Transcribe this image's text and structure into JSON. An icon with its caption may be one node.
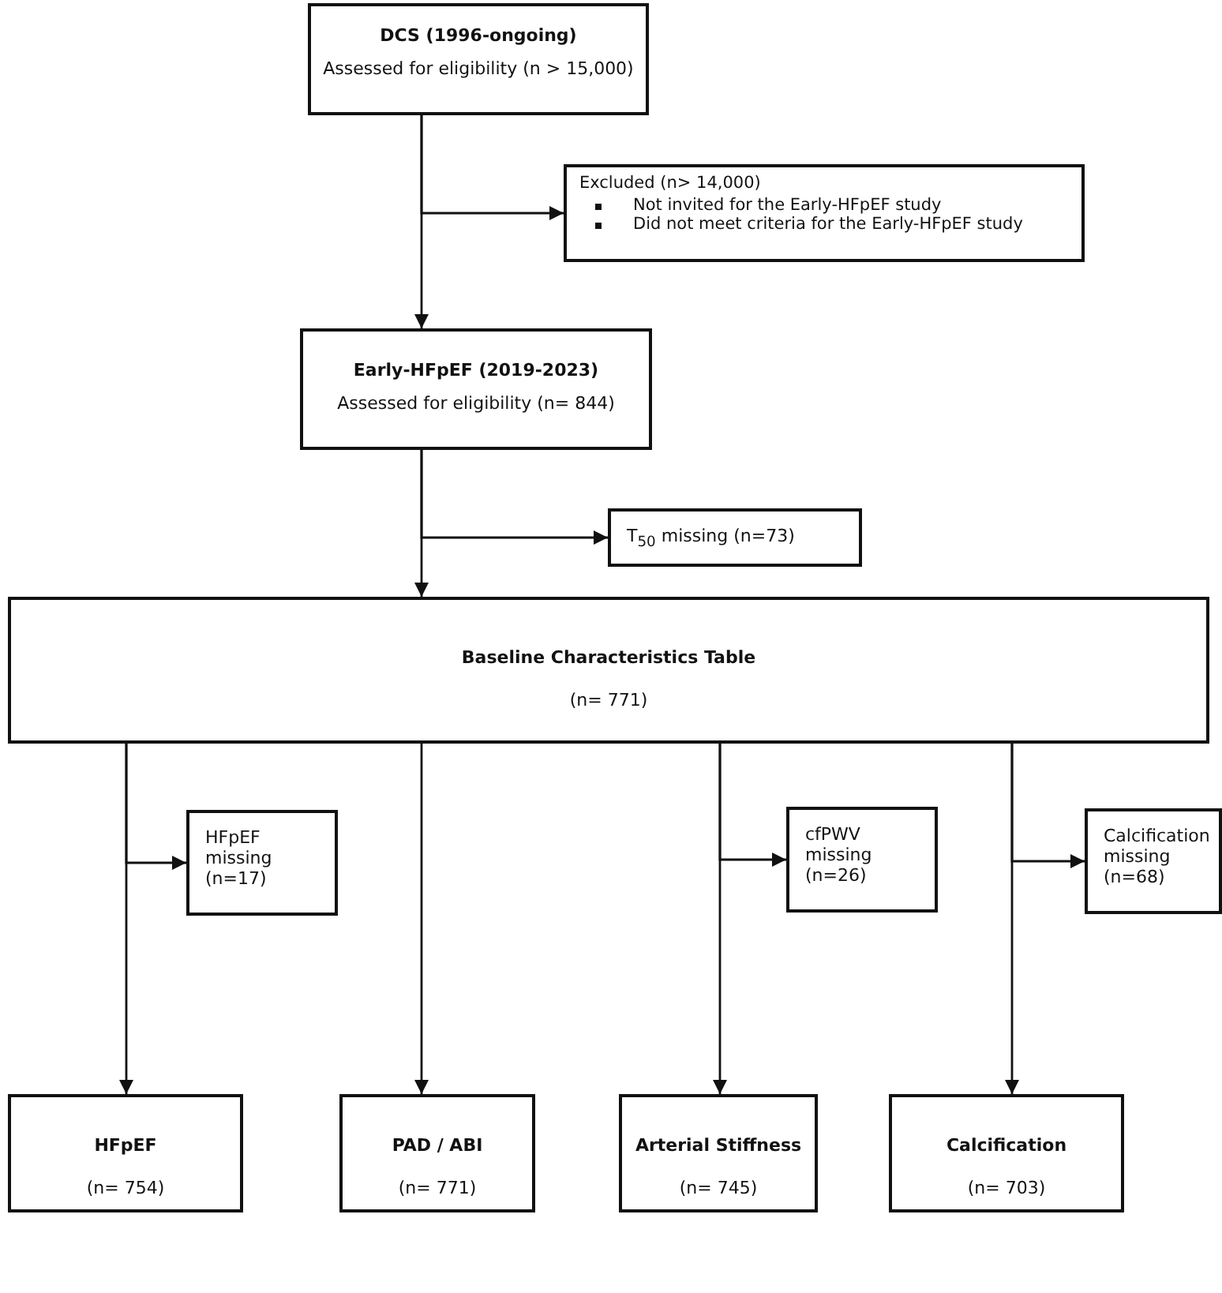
{
  "diagram": {
    "nodes": [
      {
        "text": [
          "DCS (1996-ongoing)",
          "Assessed for eligibility (n > 15,000)"
        ]
      },
      {
        "text": [
          "Excluded (n> 14,000)",
          "Not invited for the Early-HFpEF study",
          "Did not meet criteria for the Early-HFpEF study"
        ]
      },
      {
        "text": [
          "Early-HFpEF (2019-2023)",
          "Assessed for eligibility (n= 844)"
        ]
      },
      {
        "text": [
          "T$_{50}$ missing (n=73)"
        ]
      },
      {
        "text": [
          "Baseline Characteristics Table",
          "(n= 771)"
        ]
      },
      {
        "text": [
          "HFpEF missing (n=17)"
        ]
      },
      {
        "text": [
          "cfPWV missing (n=26)"
        ]
      },
      {
        "text": [
          "Calcification missing (n=68)"
        ]
      },
      {
        "text": [
          "HFpEF",
          "(n= 754)"
        ]
      },
      {
        "text": [
          "PAD / ABI",
          "(n= 771)"
        ]
      },
      {
        "text": [
          "Arterial Stiffness",
          "(n= 745)"
        ]
      },
      {
        "text": [
          "Calcification",
          "(n= 703)"
        ]
      }
    ],
    "edges": [
      {
        "from": 0,
        "to": 2,
        "arrow": "to"
      },
      {
        "from": 0,
        "to": 1,
        "arrow": "to"
      },
      {
        "from": 2,
        "to": 4,
        "arrow": "to"
      },
      {
        "from": 2,
        "to": 3,
        "arrow": "to"
      },
      {
        "from": 4,
        "to": 8,
        "arrow": "to"
      },
      {
        "from": 4,
        "to": 5,
        "arrow": "to"
      },
      {
        "from": 4,
        "to": 9,
        "arrow": "to"
      },
      {
        "from": 4,
        "to": 10,
        "arrow": "to"
      },
      {
        "from": 4,
        "to": 6,
        "arrow": "to"
      },
      {
        "from": 4,
        "to": 11,
        "arrow": "to"
      },
      {
        "from": 4,
        "to": 7,
        "arrow": "to"
      }
    ]
  }
}
